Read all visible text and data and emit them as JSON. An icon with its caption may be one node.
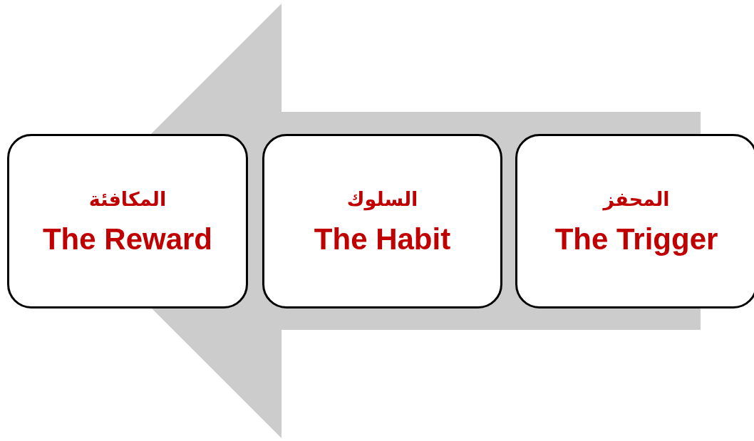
{
  "diagram": {
    "nodes": [
      {
        "text": [
          "المكافئة",
          "The Reward"
        ]
      },
      {
        "text": [
          "السلوك",
          "The Habit"
        ]
      },
      {
        "text": [
          "المحفز",
          "The Trigger"
        ]
      }
    ],
    "edges": [
      {
        "from": 2,
        "to": 0,
        "arrow": "to"
      }
    ]
  }
}
